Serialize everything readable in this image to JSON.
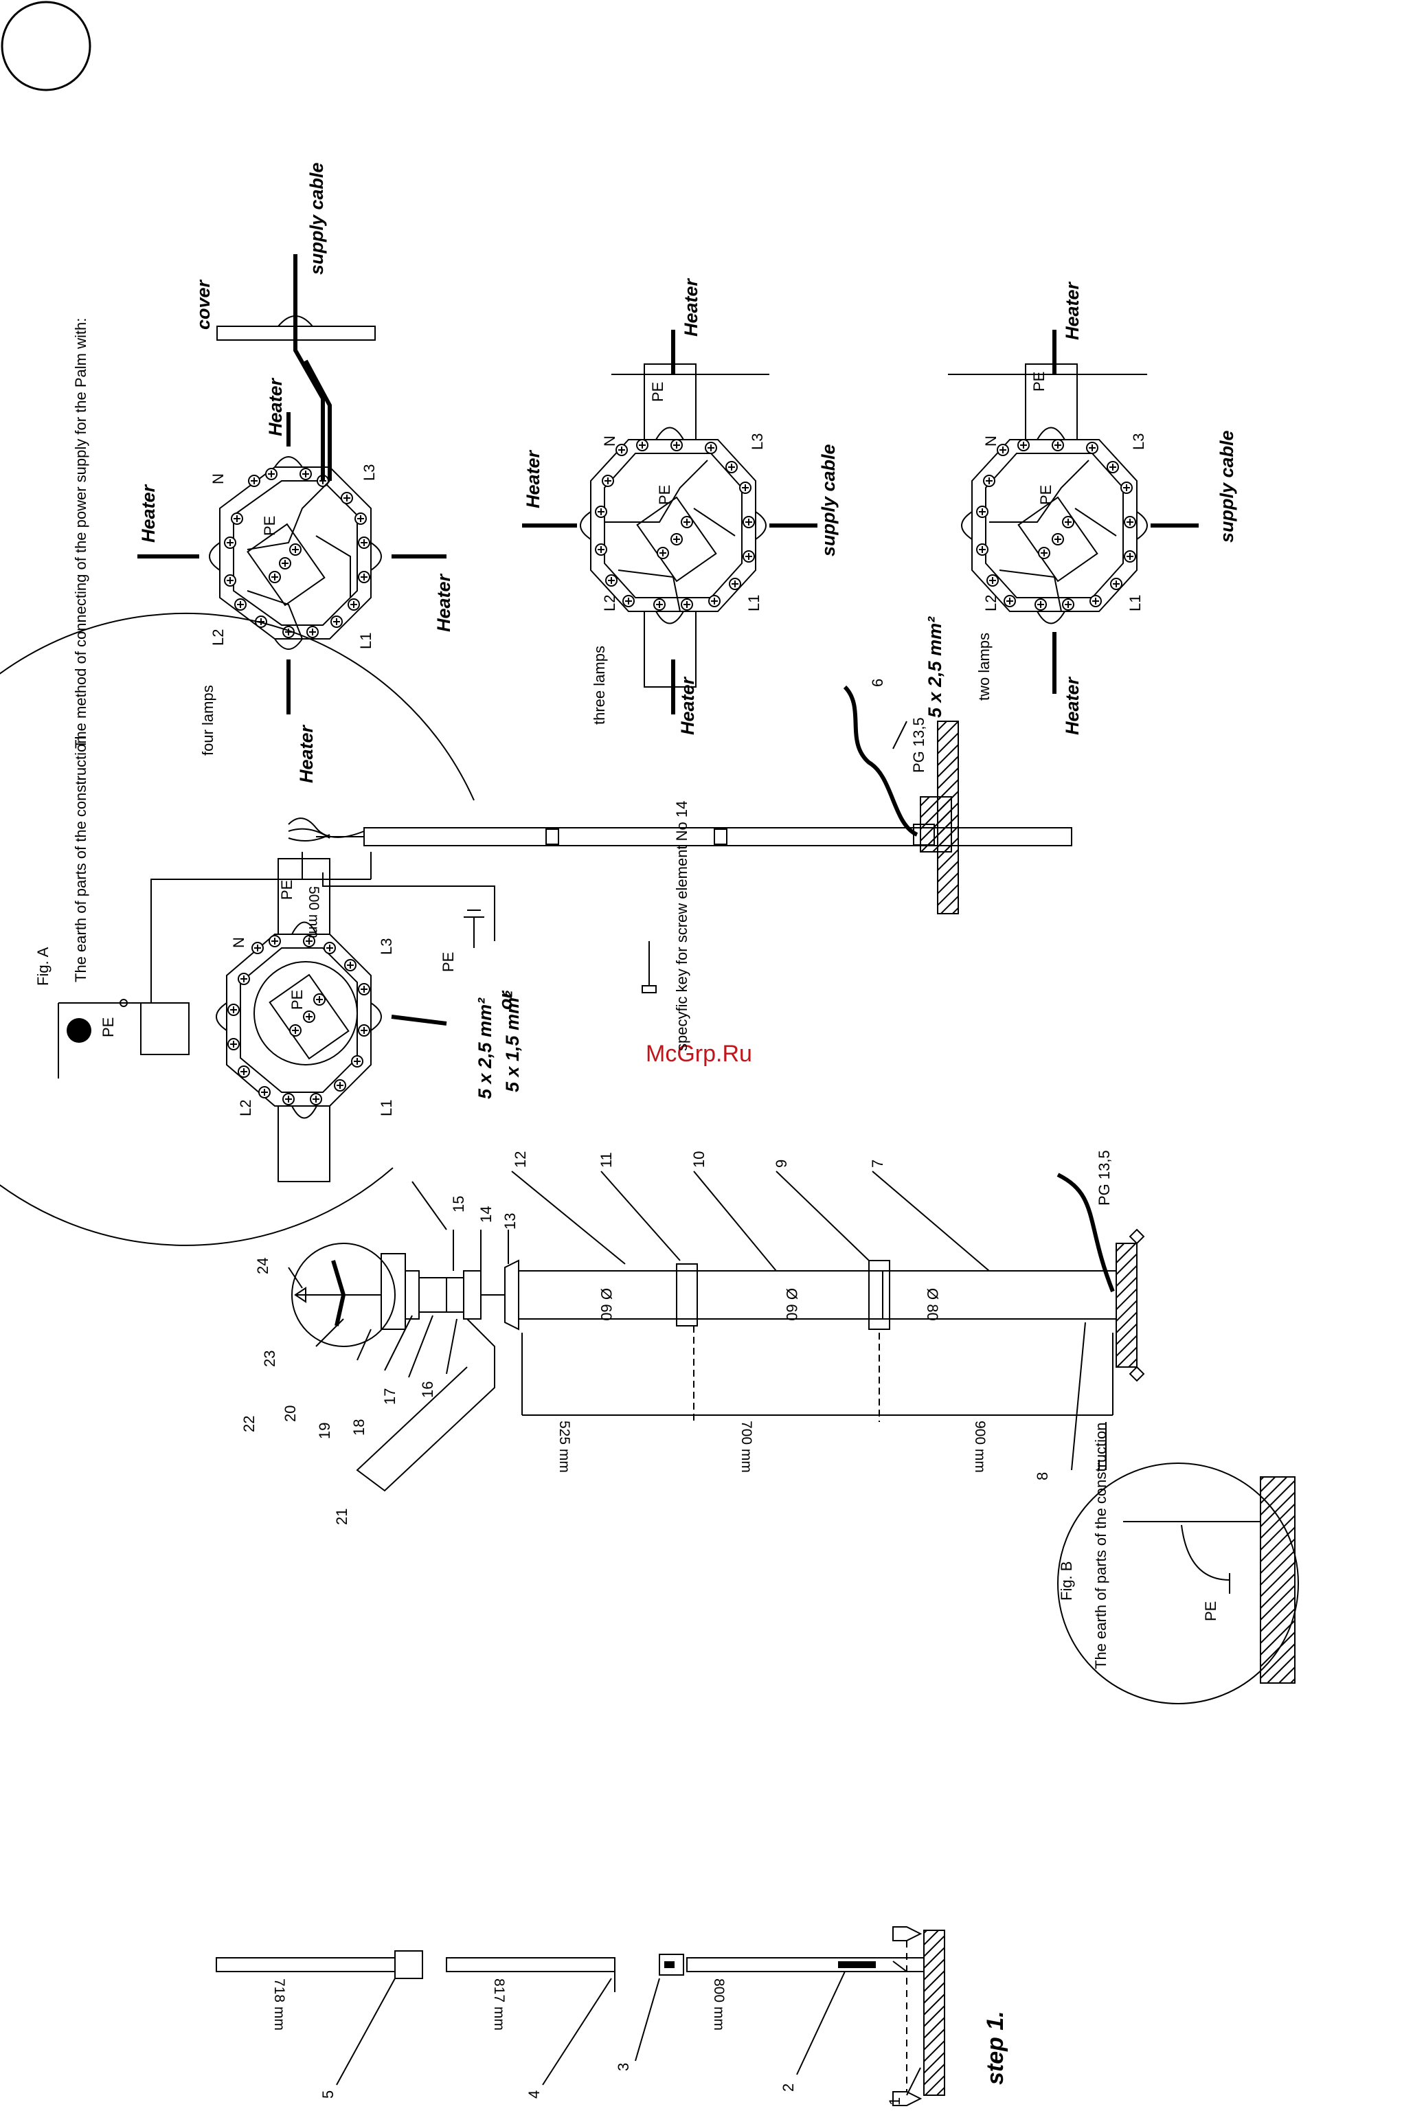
{
  "watermark": "McGrp.Ru",
  "figure": {
    "intro": "The method of connecting of the power supply for the Palm with:",
    "variants": {
      "four": "four  lamps",
      "three": "three lamps",
      "two": "two lamps"
    },
    "labels": {
      "heater": "Heater",
      "supply_cable": "supply cable",
      "cover": "cover",
      "pe": "PE",
      "n": "N",
      "l1": "L1",
      "l2": "L2",
      "l3": "L3"
    },
    "fig_a": {
      "title": "Fig. A",
      "earth": "The earth of parts of the construction",
      "cable_1": "5 x 2,5 mm²",
      "or": "or",
      "cable_2": "5 x 1,5 mm²"
    },
    "fig_b": {
      "title": "Fig. B",
      "earth": "The earth of  parts of the construction"
    },
    "key_note": "specyfic key for screw element No 14",
    "pole": {
      "diam_1": "Ø 60",
      "diam_2": "Ø 60",
      "diam_3": "Ø 80",
      "dim_1": "525 mm",
      "dim_2": "700 mm",
      "dim_3": "900 mm",
      "gland": "PG 13,5",
      "parts": [
        "24",
        "23",
        "22",
        "20",
        "19",
        "18",
        "17",
        "16",
        "15",
        "14",
        "13",
        "12",
        "11",
        "10",
        "9",
        "7",
        "8",
        "21"
      ]
    },
    "mid_assembly": {
      "dim": "500 mm",
      "gland": "PG 13,5",
      "cable_no": "6",
      "cable": "5 x 2,5 mm²"
    },
    "step": {
      "title": "step 1.",
      "dims": [
        "718 mm",
        "817 mm",
        "800 mm"
      ],
      "parts": [
        "5",
        "4",
        "3",
        "2",
        "1"
      ]
    }
  }
}
